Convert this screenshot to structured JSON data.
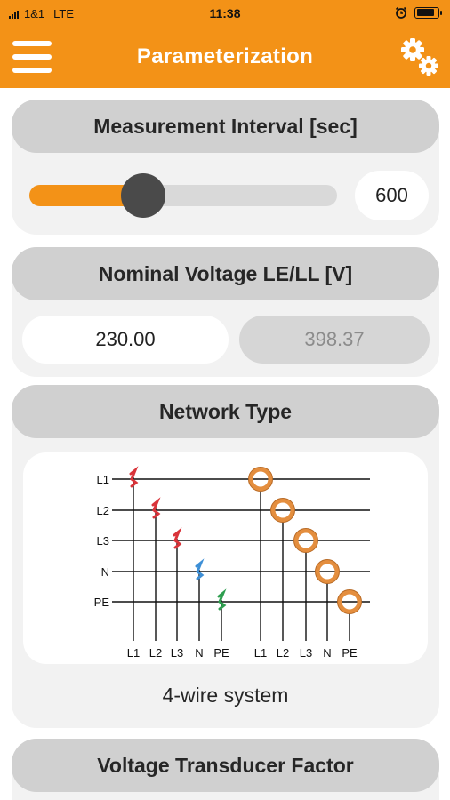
{
  "status_bar": {
    "carrier": "1&1",
    "network": "LTE",
    "time": "11:38",
    "battery_level": 0.9,
    "alarm_icon": "alarm-clock-icon"
  },
  "header": {
    "title": "Parameterization",
    "menu_icon": "hamburger-menu-icon",
    "settings_icon": "gears-icon"
  },
  "measurement_interval": {
    "label": "Measurement Interval [sec]",
    "value": "600",
    "slider_fraction": 0.37
  },
  "nominal_voltage": {
    "label": "Nominal Voltage LE/LL [V]",
    "le_value": "230.00",
    "ll_value": "398.37"
  },
  "network_type": {
    "label": "Network Type",
    "caption": "4-wire system",
    "line_labels": [
      "L1",
      "L2",
      "L3",
      "N",
      "PE"
    ],
    "bottom_labels_left": [
      "L1",
      "L2",
      "L3",
      "N",
      "PE"
    ],
    "bottom_labels_right": [
      "L1",
      "L2",
      "L3",
      "N",
      "PE"
    ],
    "colors": {
      "accent": "#f39217",
      "clamp_red": "#d9343a",
      "clamp_blue": "#3d8fd6",
      "clamp_green": "#2e9e4f",
      "ring": "#e48e3e"
    }
  },
  "voltage_transducer": {
    "label": "Voltage Transducer Factor"
  }
}
